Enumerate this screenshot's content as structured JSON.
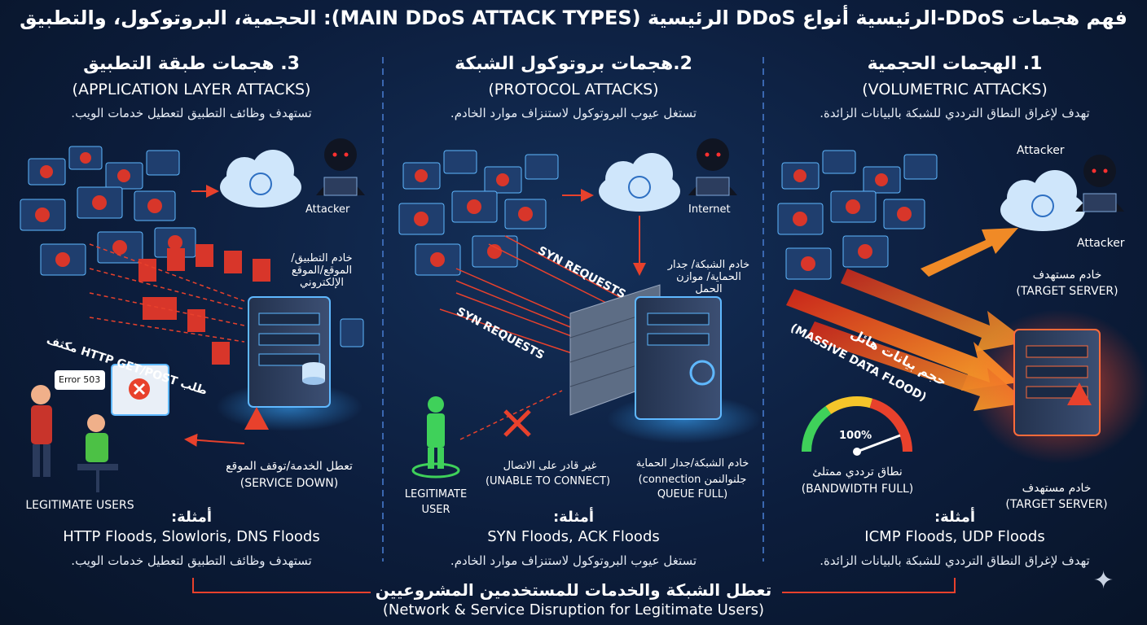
{
  "title": "فهم هجمات DDoS-الرئيسية أنواع DDoS الرئيسية (MAIN DDoS ATTACK TYPES): الحجمية، البروتوكول، والتطبيق",
  "colors": {
    "accent_red": "#e8412c",
    "accent_orange": "#f59a2a",
    "server_blue": "#5fb8ff",
    "bg": "#0c1d3c",
    "legit_green": "#3fd15a"
  },
  "panels": {
    "application": {
      "heading_ar": "3. هجمات طبقة التطبيق",
      "heading_en": "(APPLICATION LAYER ATTACKS)",
      "desc": "تستهدف وظائف التطبيق لتعطيل خدمات الويب.",
      "attacker_label": "Attacker",
      "server_label": "خادم التطبيق/ الموقع/الموقع الإلكتروني",
      "flood_label": "طلب HTTP GET/POST مكثف",
      "http_icon": "HTTP",
      "error_label": "Error 503",
      "down_ar": "تعطل الخدمة/توقف الموقع",
      "down_en": "(SERVICE DOWN)",
      "users_label": "LEGITIMATE USERS",
      "examples_head": "أمثلة:",
      "examples": "HTTP Floods, Slowloris, DNS Floods",
      "examples_desc": "تستهدف وظائف التطبيق لتعطيل خدمات الويب."
    },
    "protocol": {
      "heading_ar": "2.هجمات بروتوكول الشبكة",
      "heading_en": "(PROTOCOL ATTACKS)",
      "desc": "تستغل عيوب البروتوكول لاستنزاف موارد الخادم.",
      "internet_label": "Internet",
      "syn_label_1": "SYN REQUESTS",
      "syn_label_2": "SYN REQUESTS",
      "server_label": "خادم الشبكة/ جدار الحماية/ موازن الحمل",
      "unable_ar": "غير قادر على الاتصال",
      "unable_en": "(UNABLE TO CONNECT)",
      "queue_ar": "خادم الشبكة/جدار الحماية",
      "queue_en1": "(connection جلنوالنمن",
      "queue_en2": "QUEUE FULL)",
      "user_label_1": "LEGITIMATE",
      "user_label_2": "USER",
      "examples_head": "أمثلة:",
      "examples": "SYN Floods, ACK Floods",
      "examples_desc": "تستغل عيوب البروتوكول لاستنزاف موارد الخادم."
    },
    "volumetric": {
      "heading_ar": "1. الهجمات الحجمية",
      "heading_en": "(VOLUMETRIC ATTACKS)",
      "desc": "تهدف لإغراق النطاق الترددي للشبكة بالبيانات الزائدة.",
      "attacker_label_1": "Attacker",
      "attacker_label_2": "Attacker",
      "target_ar": "خادم مستهدف",
      "target_en": "(TARGET SERVER)",
      "flood_ar": "حجم بيانات هائل",
      "flood_en": "(MASSIVE DATA FLOOD)",
      "gauge_value": "100%",
      "bandwidth_ar": "نطاق ترددي ممتلئ",
      "bandwidth_en": "(BANDWIDTH FULL)",
      "target2_ar": "خادم مستهدف",
      "target2_en": "(TARGET SERVER)",
      "examples_head": "أمثلة:",
      "examples": "ICMP Floods, UDP Floods",
      "examples_desc": "تهدف لإغراق النطاق الترددي للشبكة بالبيانات الزائدة."
    }
  },
  "footer": {
    "ar": "تعطل الشبكة والخدمات للمستخدمين المشروعيين",
    "en": "(Network & Service Disruption for Legitimate Users)"
  }
}
